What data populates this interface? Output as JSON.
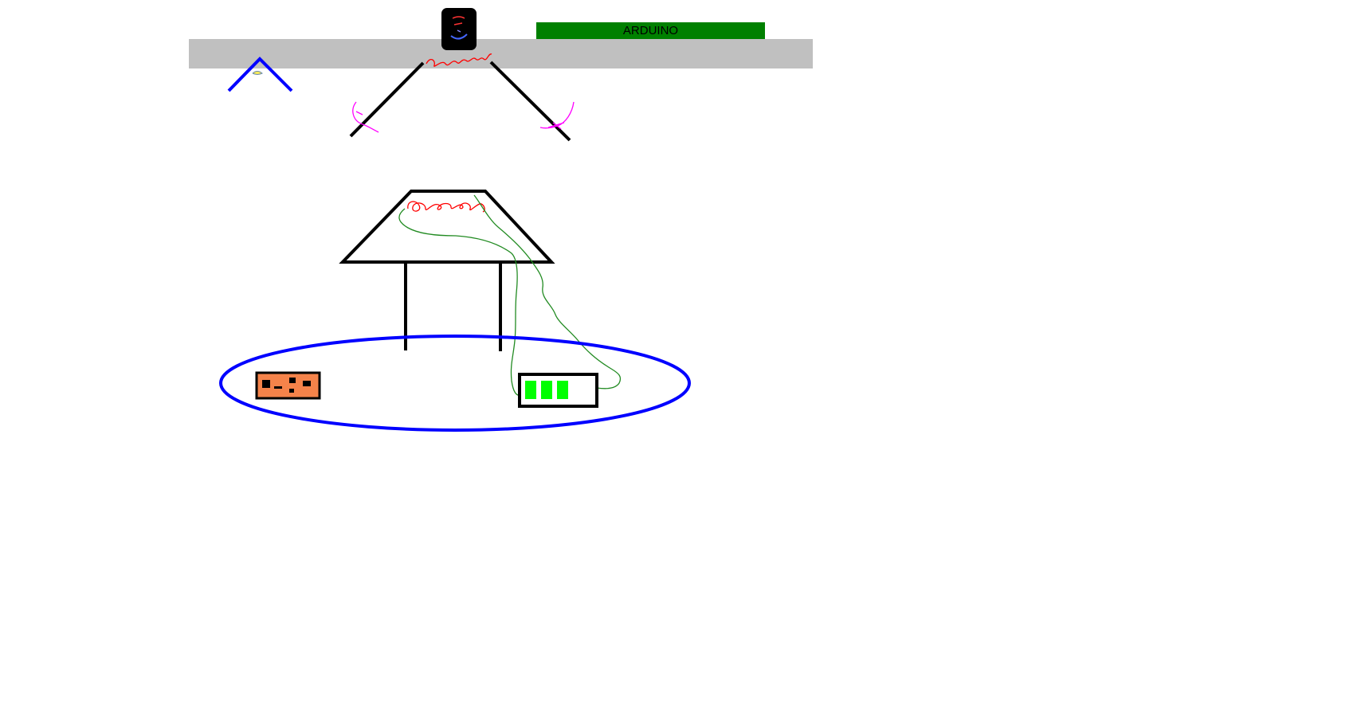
{
  "sketch": {
    "board_label": "ARDUINO"
  },
  "colors": {
    "rail": "#c0c0c0",
    "board_label_bg": "#008000",
    "outline": "#000000",
    "base_ellipse": "#0000ff",
    "wiring_red": "#ff0000",
    "wiring_green": "#228b22",
    "magenta_marks": "#ff00ff",
    "orange_module": "#f5834a",
    "battery_cells": "#00ff00"
  },
  "battery": {
    "cells_filled": 3,
    "cells_total": 4
  }
}
